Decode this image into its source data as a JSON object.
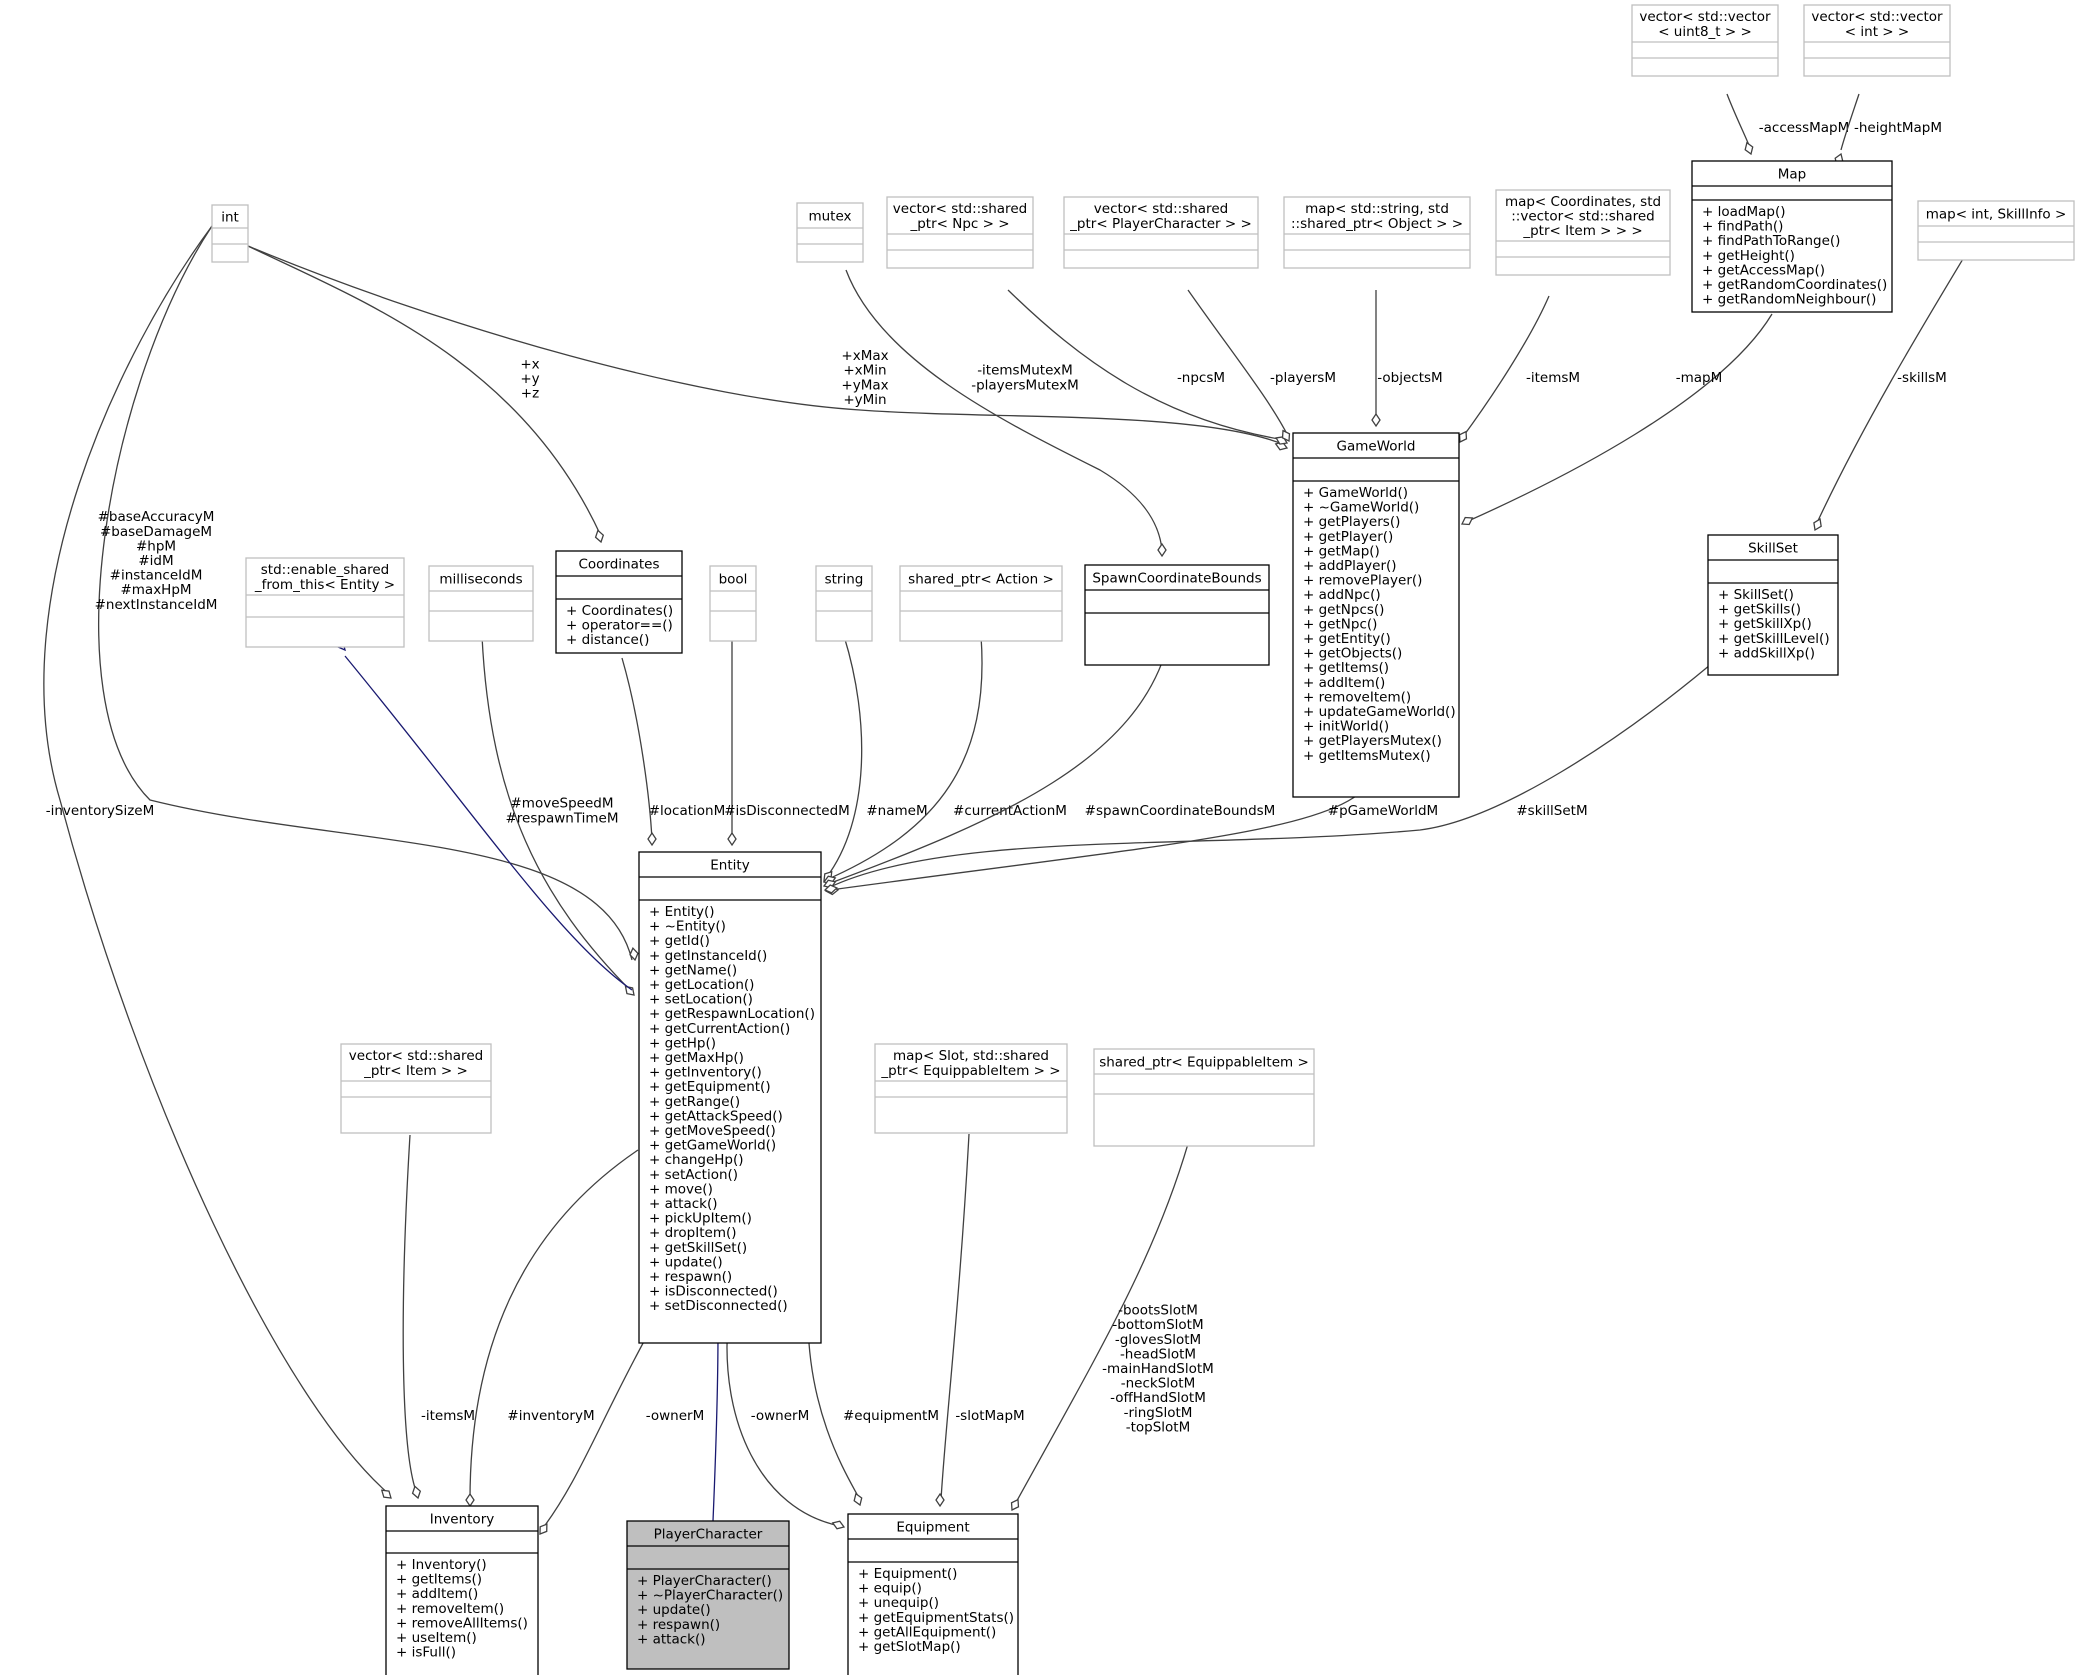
{
  "classes": {
    "vec_uint8": {
      "title": [
        "vector< std::vector",
        "< uint8_t > >"
      ]
    },
    "vec_int": {
      "title": [
        "vector< std::vector",
        "< int > >"
      ]
    },
    "map": {
      "title": [
        "Map"
      ],
      "methods": [
        "+ loadMap()",
        "+ findPath()",
        "+ findPathToRange()",
        "+ getHeight()",
        "+ getAccessMap()",
        "+ getRandomCoordinates()",
        "+ getRandomNeighbour()"
      ]
    },
    "map_skillinfo": {
      "title": [
        "map< int, SkillInfo >"
      ]
    },
    "int": {
      "title": [
        "int"
      ]
    },
    "mutex": {
      "title": [
        "mutex"
      ]
    },
    "vec_npc": {
      "title": [
        "vector< std::shared",
        "_ptr< Npc > >"
      ]
    },
    "vec_player": {
      "title": [
        "vector< std::shared",
        "_ptr< PlayerCharacter > >"
      ]
    },
    "map_object": {
      "title": [
        "map< std::string, std",
        "::shared_ptr< Object > >"
      ]
    },
    "map_coord_items": {
      "title": [
        "map< Coordinates, std",
        "::vector< std::shared",
        "_ptr< Item > > >"
      ]
    },
    "gameworld": {
      "title": [
        "GameWorld"
      ],
      "methods": [
        "+ GameWorld()",
        "+ ~GameWorld()",
        "+ getPlayers()",
        "+ getPlayer()",
        "+ getMap()",
        "+ addPlayer()",
        "+ removePlayer()",
        "+ addNpc()",
        "+ getNpcs()",
        "+ getNpc()",
        "+ getEntity()",
        "+ getObjects()",
        "+ getItems()",
        "+ addItem()",
        "+ removeItem()",
        "+ updateGameWorld()",
        "+ initWorld()",
        "+ getPlayersMutex()",
        "+ getItemsMutex()"
      ]
    },
    "skillset": {
      "title": [
        "SkillSet"
      ],
      "methods": [
        "+ SkillSet()",
        "+ getSkills()",
        "+ getSkillXp()",
        "+ getSkillLevel()",
        "+ addSkillXp()"
      ]
    },
    "enable_shared": {
      "title": [
        "std::enable_shared",
        "_from_this< Entity >"
      ]
    },
    "milliseconds": {
      "title": [
        "milliseconds"
      ]
    },
    "coordinates": {
      "title": [
        "Coordinates"
      ],
      "methods": [
        "+ Coordinates()",
        "+ operator==()",
        "+ distance()"
      ]
    },
    "bool": {
      "title": [
        "bool"
      ]
    },
    "string": {
      "title": [
        "string"
      ]
    },
    "shared_action": {
      "title": [
        "shared_ptr< Action >"
      ]
    },
    "spawn_bounds": {
      "title": [
        "SpawnCoordinateBounds"
      ]
    },
    "entity": {
      "title": [
        "Entity"
      ],
      "methods": [
        "+ Entity()",
        "+ ~Entity()",
        "+ getId()",
        "+ getInstanceId()",
        "+ getName()",
        "+ getLocation()",
        "+ setLocation()",
        "+ getRespawnLocation()",
        "+ getCurrentAction()",
        "+ getHp()",
        "+ getMaxHp()",
        "+ getInventory()",
        "+ getEquipment()",
        "+ getRange()",
        "+ getAttackSpeed()",
        "+ getMoveSpeed()",
        "+ getGameWorld()",
        "+ changeHp()",
        "+ setAction()",
        "+ move()",
        "+ attack()",
        "+ pickUpItem()",
        "+ dropItem()",
        "+ getSkillSet()",
        "+ update()",
        "+ respawn()",
        "+ isDisconnected()",
        "+ setDisconnected()"
      ]
    },
    "vec_item": {
      "title": [
        "vector< std::shared",
        "_ptr< Item > >"
      ]
    },
    "map_slot": {
      "title": [
        "map< Slot, std::shared",
        "_ptr< EquippableItem > >"
      ]
    },
    "shared_equip": {
      "title": [
        "shared_ptr< EquippableItem >"
      ]
    },
    "inventory": {
      "title": [
        "Inventory"
      ],
      "methods": [
        "+ Inventory()",
        "+ getItems()",
        "+ addItem()",
        "+ removeItem()",
        "+ removeAllItems()",
        "+ useItem()",
        "+ isFull()"
      ]
    },
    "player_character": {
      "title": [
        "PlayerCharacter"
      ],
      "methods": [
        "+ PlayerCharacter()",
        "+ ~PlayerCharacter()",
        "+ update()",
        "+ respawn()",
        "+ attack()"
      ]
    },
    "equipment": {
      "title": [
        "Equipment"
      ],
      "methods": [
        "+ Equipment()",
        "+ equip()",
        "+ unequip()",
        "+ getEquipmentStats()",
        "+ getAllEquipment()",
        "+ getSlotMap()"
      ]
    }
  },
  "edges": {
    "accessMap": [
      "-accessMapM"
    ],
    "heightMap": [
      "-heightMapM"
    ],
    "xyz": [
      "+x",
      "+y",
      "+z"
    ],
    "bounds": [
      "+xMax",
      "+xMin",
      "+yMax",
      "+yMin"
    ],
    "mutexes": [
      "-itemsMutexM",
      "-playersMutexM"
    ],
    "npcs": [
      "-npcsM"
    ],
    "players": [
      "-playersM"
    ],
    "objects": [
      "-objectsM"
    ],
    "items_gw": [
      "-itemsM"
    ],
    "mapM": [
      "-mapM"
    ],
    "skills": [
      "-skillsM"
    ],
    "entity_ints": [
      "#baseAccuracyM",
      "#baseDamageM",
      "#hpM",
      "#idM",
      "#instanceIdM",
      "#maxHpM",
      "#nextInstanceIdM"
    ],
    "inventorySize": [
      "-inventorySizeM"
    ],
    "speeds": [
      "#moveSpeedM",
      "#respawnTimeM"
    ],
    "location": [
      "#locationM"
    ],
    "disconnected": [
      "#isDisconnectedM"
    ],
    "name": [
      "#nameM"
    ],
    "action": [
      "#currentActionM"
    ],
    "spawnBounds": [
      "#spawnCoordinateBoundsM"
    ],
    "pGameWorld": [
      "#pGameWorldM"
    ],
    "skillSet": [
      "#skillSetM"
    ],
    "items_inv": [
      "-itemsM"
    ],
    "inventoryM": [
      "#inventoryM"
    ],
    "owner_inv": [
      "-ownerM"
    ],
    "owner_eq": [
      "-ownerM"
    ],
    "equipmentM": [
      "#equipmentM"
    ],
    "slotMap": [
      "-slotMapM"
    ],
    "slots": [
      "-bootsSlotM",
      "-bottomSlotM",
      "-glovesSlotM",
      "-headSlotM",
      "-mainHandSlotM",
      "-neckSlotM",
      "-offHandSlotM",
      "-ringSlotM",
      "-topSlotM"
    ]
  }
}
